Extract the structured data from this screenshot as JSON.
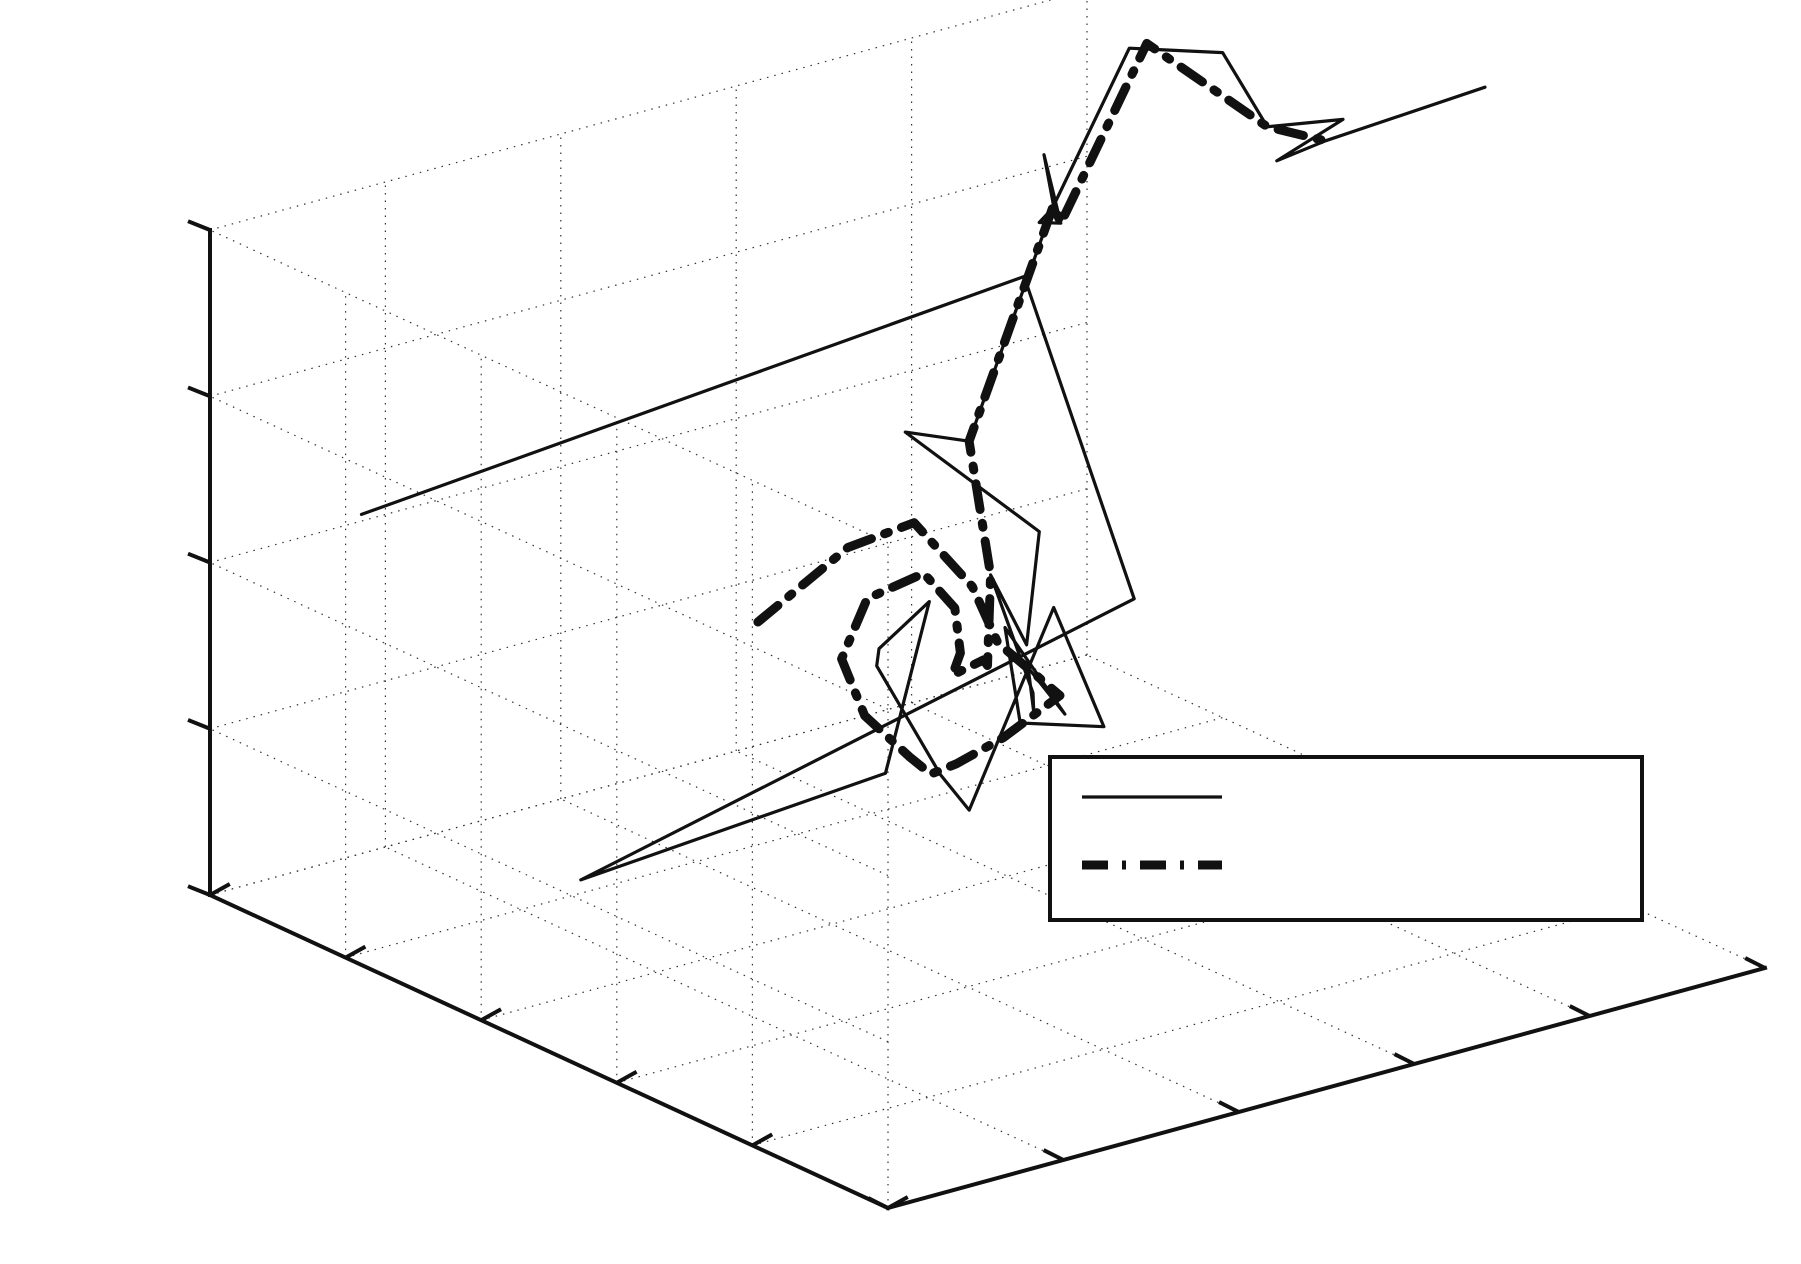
{
  "chart_data": {
    "type": "line",
    "projection": "3d",
    "title": "",
    "xlabel": "",
    "ylabel": "",
    "zlabel": "",
    "grid": true,
    "legend_position": "bottom-right",
    "tick_labels_visible": false,
    "axis_ranges": {
      "x": [
        0,
        10
      ],
      "y": [
        0,
        10
      ],
      "z": [
        0,
        4
      ]
    },
    "series": [
      {
        "line_style": "solid",
        "color": "#111111",
        "points": [
          [
            0.8,
            8.8,
            2.4
          ],
          [
            8.2,
            8.6,
            2.8
          ],
          [
            7.6,
            6.2,
            1.4
          ],
          [
            1.6,
            6.6,
            0.5
          ],
          [
            2.6,
            3.4,
            1.6
          ],
          [
            4.8,
            5.6,
            1.9
          ],
          [
            5.0,
            6.6,
            1.4
          ],
          [
            4.2,
            5.6,
            1.6
          ],
          [
            4.0,
            4.4,
            1.2
          ],
          [
            3.4,
            3.2,
            1.3
          ],
          [
            5.6,
            4.8,
            1.9
          ],
          [
            5.4,
            3.8,
            1.4
          ],
          [
            4.6,
            4.0,
            1.5
          ],
          [
            5.2,
            5.0,
            1.8
          ],
          [
            4.8,
            3.6,
            1.6
          ],
          [
            5.0,
            4.4,
            1.7
          ],
          [
            4.6,
            3.8,
            1.6
          ],
          [
            4.9,
            4.2,
            1.6
          ],
          [
            7.2,
            7.8,
            1.3
          ],
          [
            5.6,
            5.2,
            1.6
          ],
          [
            5.9,
            5.4,
            2.2
          ],
          [
            7.0,
            8.8,
            2.0
          ],
          [
            6.8,
            7.6,
            2.2
          ],
          [
            9.0,
            9.2,
            3.0
          ],
          [
            9.2,
            9.6,
            3.2
          ],
          [
            8.0,
            7.8,
            3.3
          ],
          [
            7.6,
            7.6,
            3.4
          ],
          [
            7.9,
            7.8,
            3.4
          ],
          [
            9.4,
            8.6,
            4.0
          ],
          [
            10.0,
            8.0,
            4.0
          ],
          [
            10.2,
            7.6,
            3.6
          ],
          [
            10.6,
            7.0,
            3.7
          ],
          [
            10.0,
            7.2,
            3.5
          ],
          [
            10.4,
            7.0,
            3.6
          ],
          [
            11.6,
            6.2,
            3.9
          ]
        ]
      },
      {
        "line_style": "dash-dot",
        "color": "#111111",
        "points": [
          [
            3.0,
            5.8,
            2.0
          ],
          [
            4.8,
            6.8,
            2.0
          ],
          [
            5.4,
            6.6,
            2.1
          ],
          [
            5.6,
            6.0,
            1.8
          ],
          [
            6.2,
            6.4,
            1.3
          ],
          [
            6.6,
            6.0,
            1.0
          ],
          [
            5.8,
            5.8,
            0.9
          ],
          [
            4.8,
            5.2,
            1.0
          ],
          [
            4.2,
            4.8,
            1.1
          ],
          [
            3.8,
            4.6,
            1.3
          ],
          [
            3.6,
            5.0,
            1.5
          ],
          [
            3.8,
            5.6,
            1.7
          ],
          [
            4.4,
            6.0,
            1.9
          ],
          [
            5.2,
            6.2,
            1.9
          ],
          [
            5.4,
            6.0,
            1.7
          ],
          [
            5.0,
            5.4,
            1.6
          ],
          [
            4.6,
            5.0,
            1.6
          ],
          [
            4.8,
            4.8,
            1.7
          ],
          [
            5.0,
            5.0,
            1.6
          ],
          [
            7.2,
            7.8,
            1.3
          ],
          [
            6.8,
            7.6,
            2.2
          ],
          [
            9.0,
            9.2,
            3.0
          ],
          [
            8.0,
            7.8,
            3.3
          ],
          [
            9.6,
            8.6,
            4.0
          ],
          [
            10.2,
            7.6,
            3.6
          ],
          [
            10.4,
            7.0,
            3.6
          ]
        ]
      }
    ],
    "legend_entries": [
      {
        "line_style": "solid"
      },
      {
        "line_style": "dash-dot"
      }
    ]
  }
}
